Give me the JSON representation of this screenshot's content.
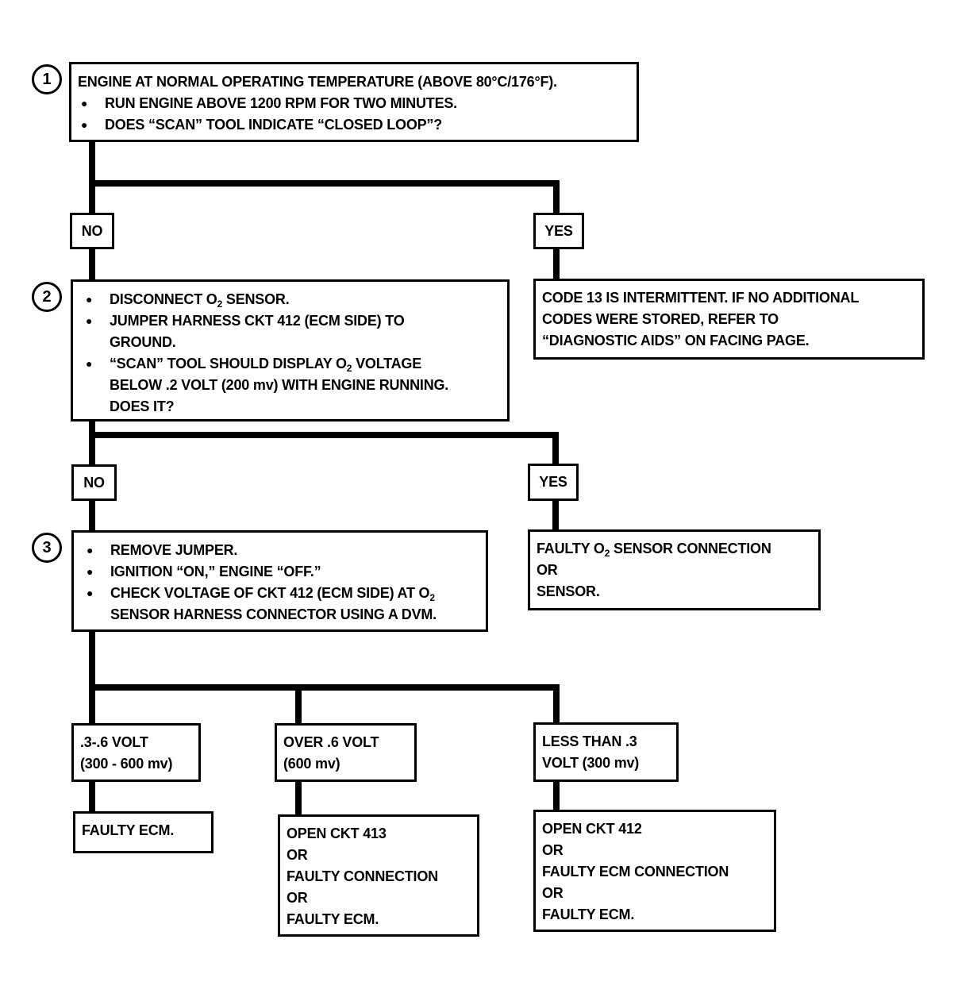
{
  "step1": {
    "number": "1",
    "line1": "ENGINE AT NORMAL OPERATING TEMPERATURE (ABOVE 80°C/176°F).",
    "bullets": [
      "RUN ENGINE ABOVE 1200 RPM FOR TWO MINUTES.",
      "DOES “SCAN” TOOL INDICATE “CLOSED LOOP”?"
    ]
  },
  "step1_no": "NO",
  "step1_yes": "YES",
  "code13_text": "CODE 13 IS INTERMITTENT.  IF NO ADDITIONAL\nCODES WERE STORED, REFER TO\n“DIAGNOSTIC AIDS” ON FACING PAGE.",
  "step2": {
    "number": "2",
    "b1_pre": "DISCONNECT O",
    "b1_sub": "2",
    "b1_post": " SENSOR.",
    "b2": "JUMPER HARNESS CKT 412 (ECM SIDE) TO\nGROUND.",
    "b3_pre": "“SCAN” TOOL SHOULD DISPLAY O",
    "b3_sub": "2",
    "b3_post": " VOLTAGE\nBELOW .2  VOLT (200 mv) WITH ENGINE RUNNING.\nDOES IT?"
  },
  "step2_no": "NO",
  "step2_yes": "YES",
  "faulty_o2": {
    "pre": "FAULTY O",
    "sub": "2",
    "post": " SENSOR CONNECTION\nOR\nSENSOR."
  },
  "step3": {
    "number": "3",
    "b1": "REMOVE JUMPER.",
    "b2": "IGNITION “ON,”  ENGINE  “OFF.”",
    "b3_pre": "CHECK VOLTAGE OF CKT 412 (ECM SIDE) AT O",
    "b3_sub": "2",
    "b3_post": "\nSENSOR HARNESS CONNECTOR USING A DVM."
  },
  "range_a": ".3-.6 VOLT\n(300 - 600 mv)",
  "range_b": "OVER  .6  VOLT\n(600 mv)",
  "range_c": "LESS THAN .3\nVOLT  (300 mv)",
  "result_a": "FAULTY ECM.",
  "result_b": "OPEN CKT 413\nOR\nFAULTY CONNECTION\nOR\nFAULTY ECM.",
  "result_c": "OPEN CKT  412\nOR\nFAULTY ECM CONNECTION\nOR\nFAULTY ECM."
}
